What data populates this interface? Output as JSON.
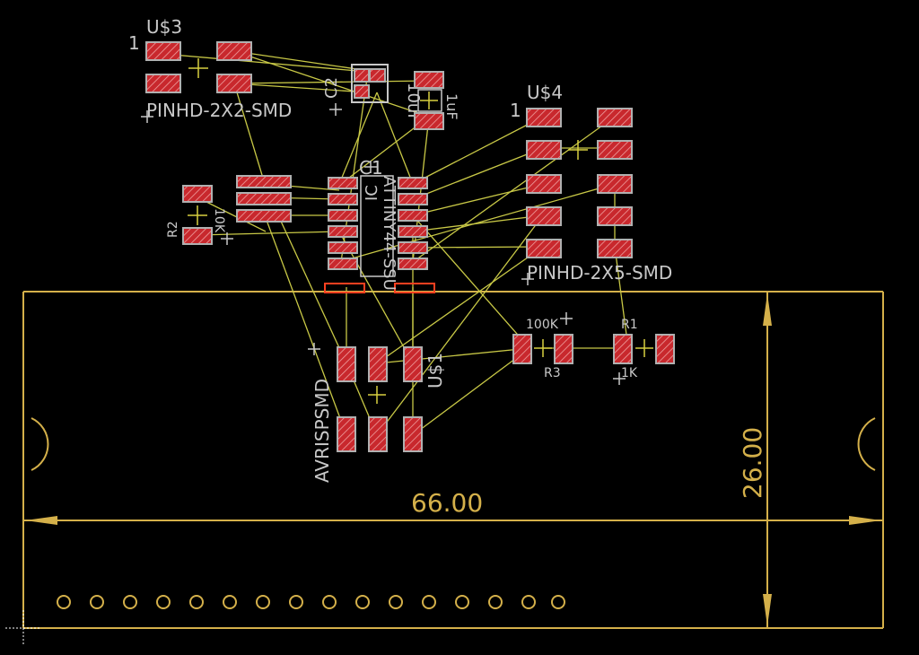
{
  "colors": {
    "background": "#000000",
    "board_outline": "#d4b04a",
    "airwire": "#c8c846",
    "pad": "#c8282d",
    "pad_hatch": "#f0a0a0",
    "pad_border": "#b0b0b0",
    "label": "#c8c8c8",
    "origin_cross": "#d8d040",
    "highlight": "#ff4020"
  },
  "labels": {
    "u3_name": "U$3",
    "u3_pin1": "1",
    "u3_value": "PINHD-2X2-SMD",
    "c2_name": "C2",
    "c2_value": "10uF",
    "c1_name": "C1",
    "c1_value": "1uF",
    "u4_name": "U$4",
    "u4_pin1": "1",
    "u4_value": "PINHD-2X5-SMD",
    "r2_name": "R2",
    "r2_value": "10K",
    "ic_value": "ATTINY44-SSU",
    "ic_name": "IC",
    "u1_name": "U$1",
    "u1_value": "AVRISPSMD",
    "r3_name": "R3",
    "r3_value": "100K",
    "r1_name": "R1",
    "r1_value": "1K"
  },
  "dimensions": {
    "width_value": "66.00",
    "height_value": "26.00"
  },
  "icons": {
    "origin": "crosshair-origin-icon",
    "part_origin": "plus-origin-icon"
  }
}
